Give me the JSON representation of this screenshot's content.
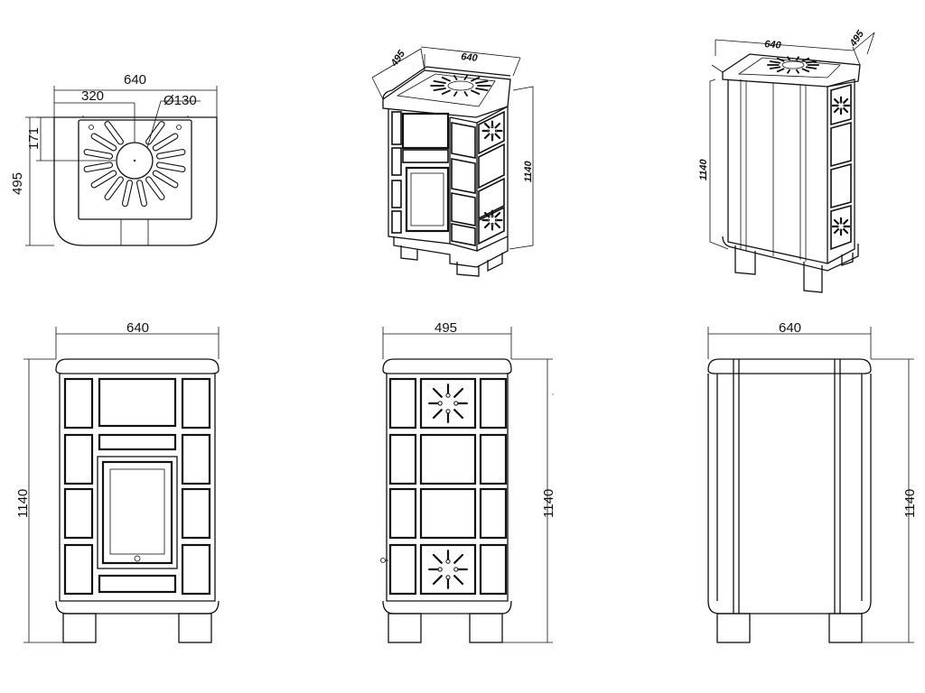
{
  "views": {
    "top": {
      "width": "640",
      "half_width": "320",
      "hole": "Ø130",
      "offset": "171",
      "depth": "495"
    },
    "iso_front": {
      "depth": "495",
      "width": "640",
      "height": "1140"
    },
    "iso_back": {
      "width": "640",
      "depth": "495",
      "height": "1140"
    },
    "front": {
      "width": "640",
      "height": "1140"
    },
    "side": {
      "width": "495",
      "height": "1140"
    },
    "back": {
      "width": "640",
      "height": "1140"
    }
  },
  "colors": {
    "line": "#111111",
    "background": "#ffffff"
  }
}
